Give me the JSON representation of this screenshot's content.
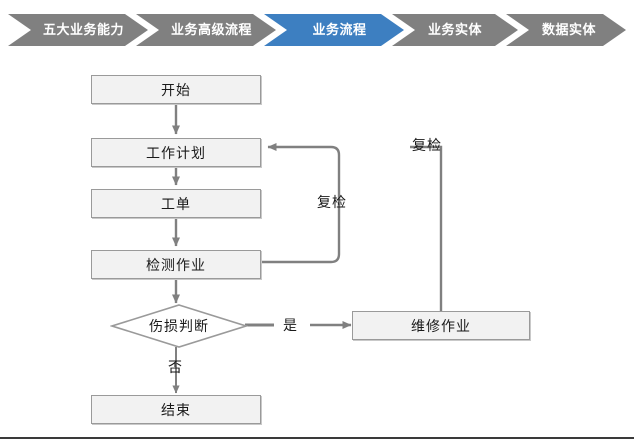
{
  "breadcrumb": {
    "active_index": 2,
    "inactive_color": "#808080",
    "active_color": "#3d7fc1",
    "text_color": "#ffffff",
    "items": [
      {
        "label": "五大业务能力"
      },
      {
        "label": "业务高级流程"
      },
      {
        "label": "业务流程"
      },
      {
        "label": "业务实体"
      },
      {
        "label": "数据实体"
      }
    ]
  },
  "flowchart": {
    "type": "flowchart",
    "node_fill": "#f2f2f2",
    "node_border": "#9a9a9a",
    "connector_color": "#808080",
    "text_color": "#1a1a1a",
    "nodes": [
      {
        "id": "start",
        "label": "开始",
        "shape": "process"
      },
      {
        "id": "plan",
        "label": "工作计划",
        "shape": "process"
      },
      {
        "id": "order",
        "label": "工单",
        "shape": "process"
      },
      {
        "id": "inspect",
        "label": "检测作业",
        "shape": "process"
      },
      {
        "id": "decision",
        "label": "伤损判断",
        "shape": "decision"
      },
      {
        "id": "repair",
        "label": "维修作业",
        "shape": "process"
      },
      {
        "id": "end",
        "label": "结束",
        "shape": "process"
      }
    ],
    "edges": [
      {
        "from": "start",
        "to": "plan",
        "label": ""
      },
      {
        "from": "plan",
        "to": "order",
        "label": ""
      },
      {
        "from": "order",
        "to": "inspect",
        "label": ""
      },
      {
        "from": "inspect",
        "to": "decision",
        "label": ""
      },
      {
        "from": "inspect",
        "to": "plan",
        "label": "复检"
      },
      {
        "from": "decision",
        "to": "repair",
        "label": "是"
      },
      {
        "from": "decision",
        "to": "end",
        "label": "否"
      },
      {
        "from": "repair",
        "to": "plan",
        "label": "复检"
      }
    ],
    "edge_labels": {
      "inner_recheck": "复检",
      "outer_recheck": "复检",
      "yes": "是",
      "no": "否"
    }
  }
}
